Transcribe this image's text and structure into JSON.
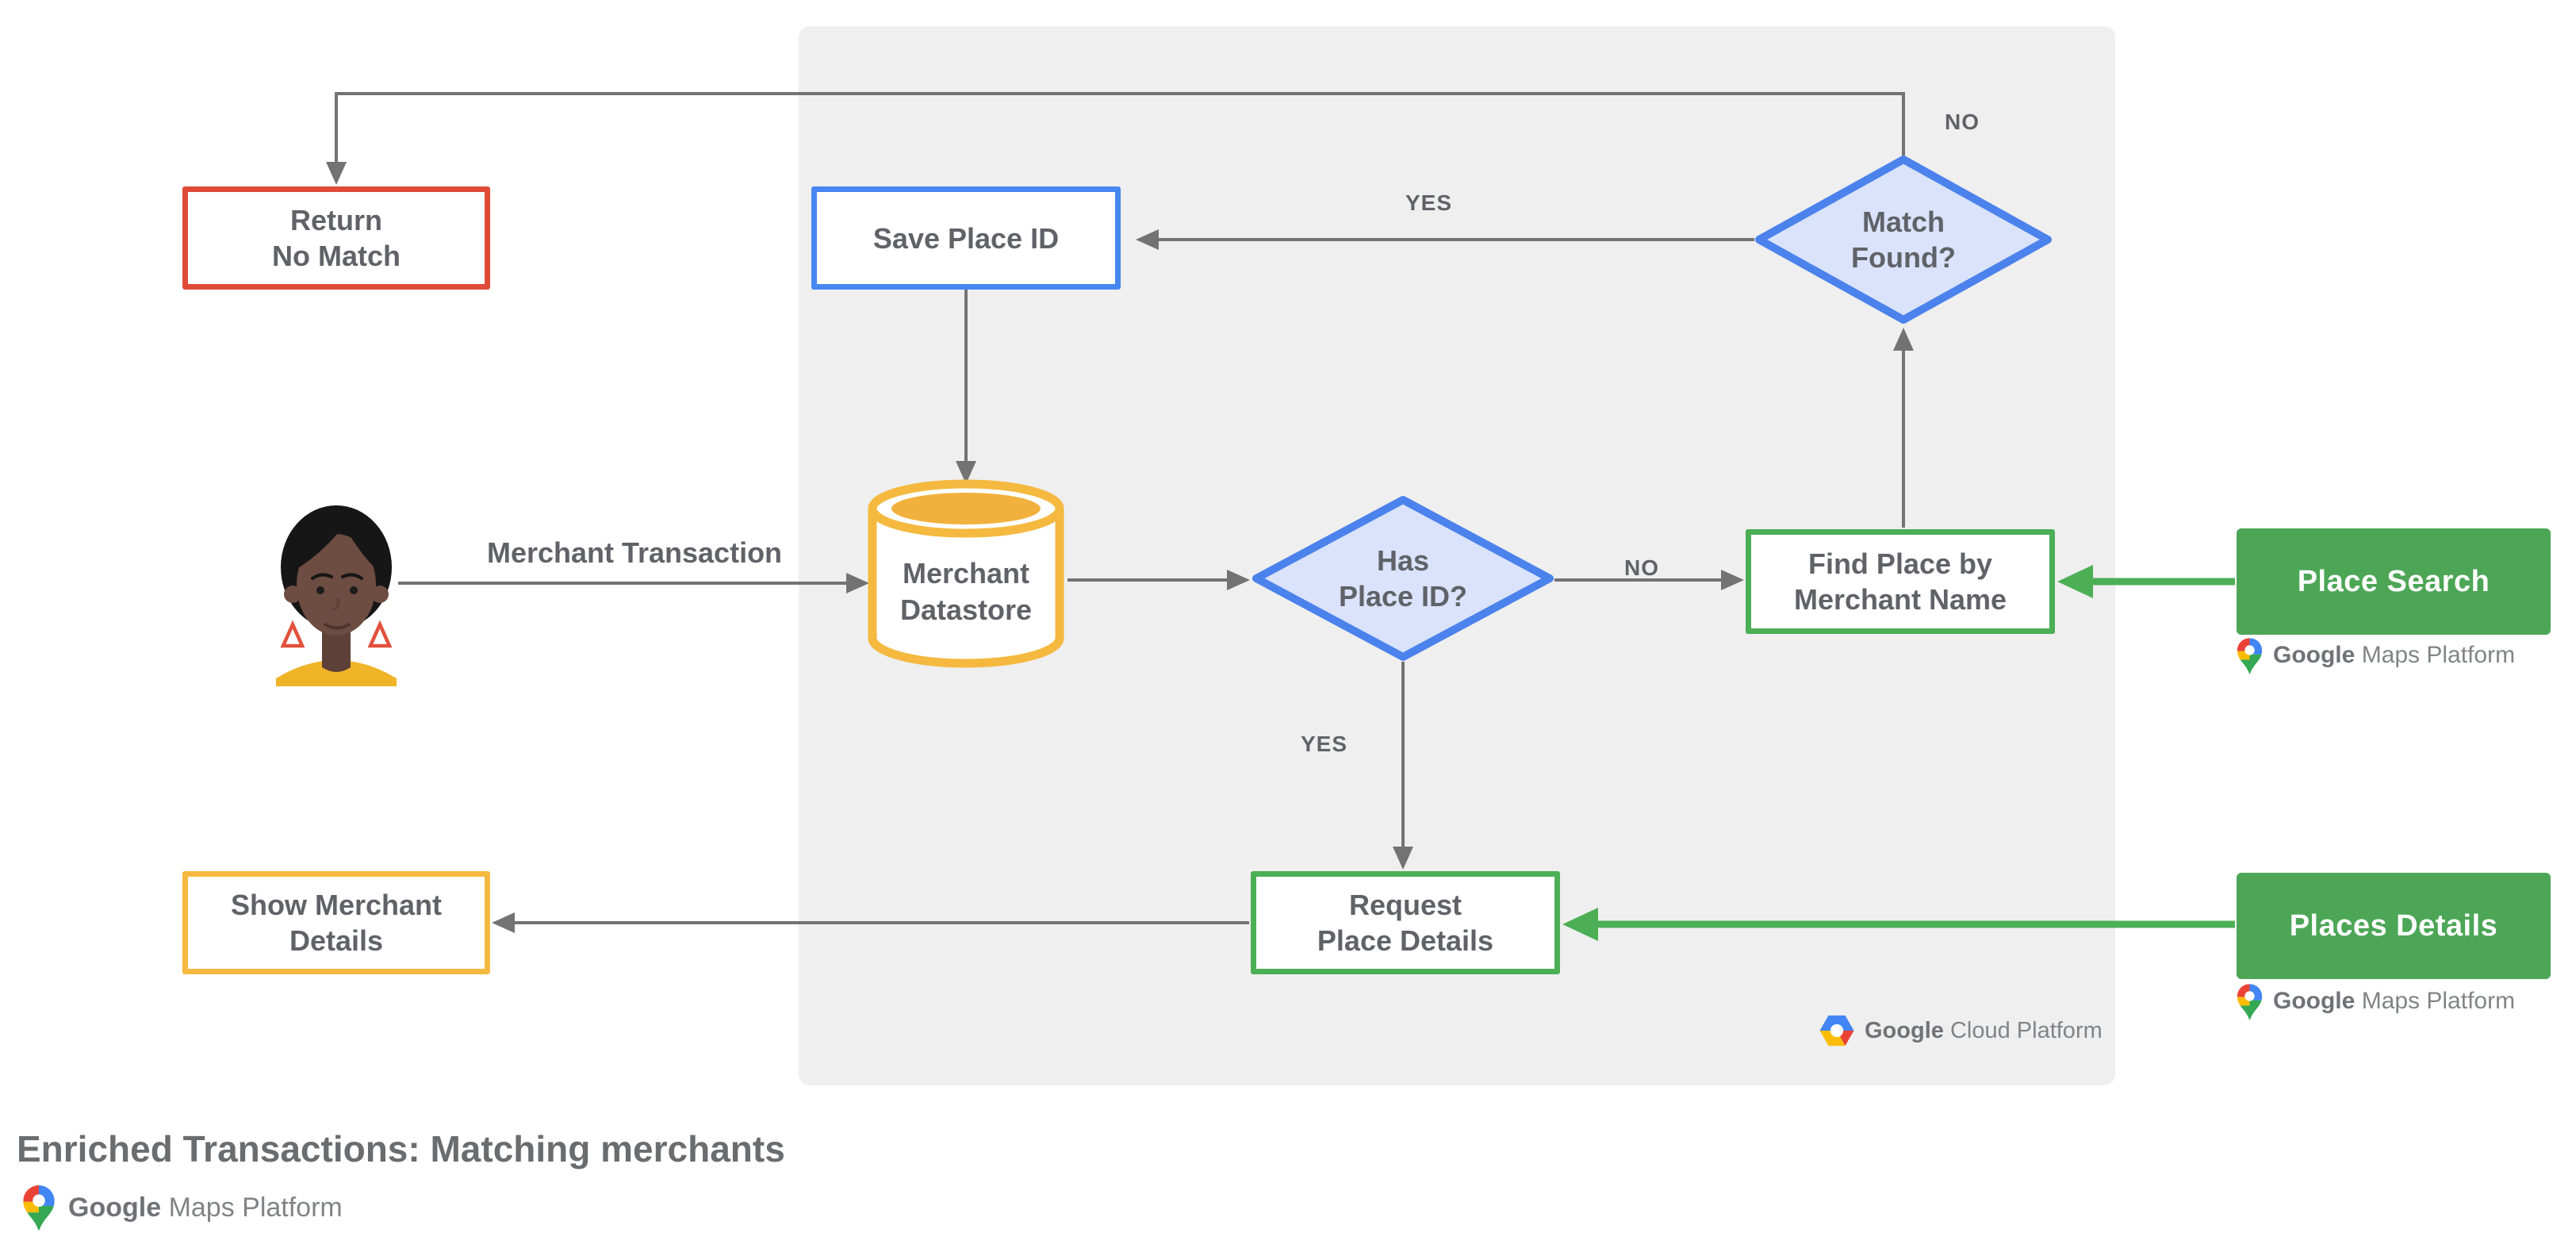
{
  "title": "Enriched Transactions: Matching merchants",
  "colors": {
    "panel_bg": "#efefef",
    "red_border": "#e04b38",
    "blue_border": "#4687f0",
    "green_border": "#4caf55",
    "yellow_border": "#f5b940",
    "green_button_bg": "#4ca656",
    "diamond_fill": "#dae3fb",
    "diamond_border": "#4b82ec",
    "node_text_gray": "#5f6368",
    "arrow_gray": "#737373",
    "google_blue": "#4285f4",
    "google_red": "#ea4335",
    "google_yellow": "#fbbc04",
    "google_green": "#34a853"
  },
  "nodes": {
    "return_no_match": {
      "lines": [
        "Return",
        "No Match"
      ]
    },
    "save_place_id": {
      "label": "Save Place ID"
    },
    "match_found": {
      "lines": [
        "Match",
        "Found?"
      ]
    },
    "merchant_datastore": {
      "lines": [
        "Merchant",
        "Datastore"
      ]
    },
    "has_place_id": {
      "lines": [
        "Has",
        "Place ID?"
      ]
    },
    "find_place": {
      "lines": [
        "Find Place by",
        "Merchant Name"
      ]
    },
    "request_place_details": {
      "lines": [
        "Request",
        "Place Details"
      ]
    },
    "show_merchant_details": {
      "lines": [
        "Show Merchant",
        "Details"
      ]
    },
    "place_search": {
      "label": "Place Search"
    },
    "places_details": {
      "label": "Places Details"
    }
  },
  "edge_labels": {
    "merchant_transaction": "Merchant Transaction",
    "yes_save": "YES",
    "no_return": "NO",
    "no_find": "NO",
    "yes_request": "YES"
  },
  "logos": {
    "google_cloud": {
      "google": "Google",
      "product": "Cloud Platform"
    },
    "google_maps": {
      "google": "Google",
      "product": "Maps Platform"
    }
  }
}
